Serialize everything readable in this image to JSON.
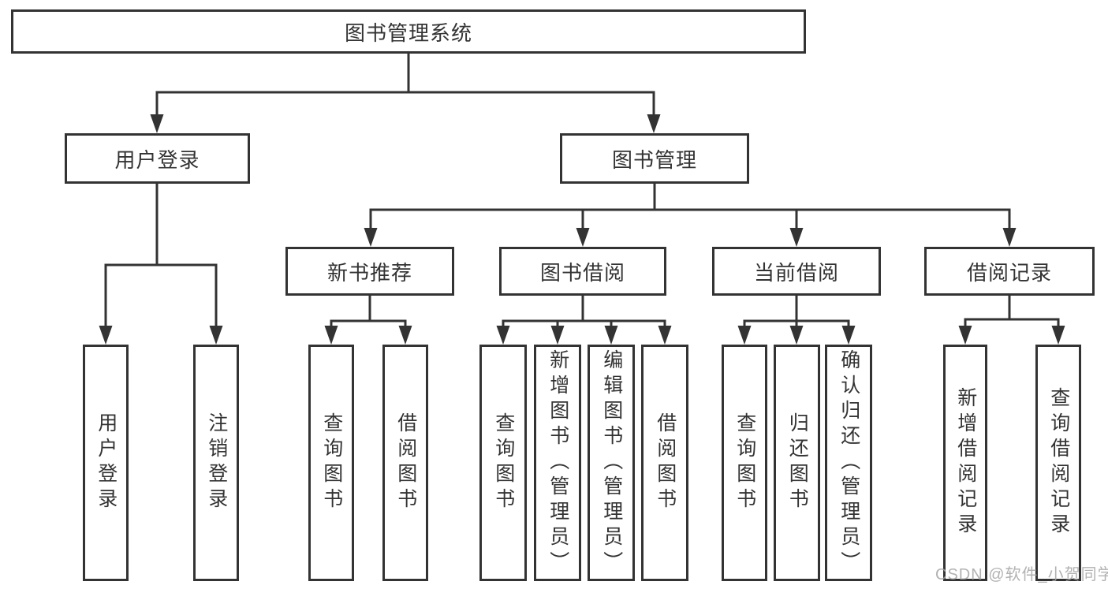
{
  "diagram": {
    "title": "图书管理系统",
    "nodes": {
      "root": {
        "label": "图书管理系统"
      },
      "level1": [
        {
          "label": "用户登录"
        },
        {
          "label": "图书管理"
        }
      ],
      "level2": [
        {
          "label": "新书推荐"
        },
        {
          "label": "图书借阅"
        },
        {
          "label": "当前借阅"
        },
        {
          "label": "借阅记录"
        }
      ],
      "leaves": [
        {
          "label": "用户登录"
        },
        {
          "label": "注销登录"
        },
        {
          "label": "查询图书"
        },
        {
          "label": "借阅图书"
        },
        {
          "label": "查询图书"
        },
        {
          "label": "新增图书（管理员）"
        },
        {
          "label": "编辑图书（管理员）"
        },
        {
          "label": "借阅图书"
        },
        {
          "label": "查询图书"
        },
        {
          "label": "归还图书"
        },
        {
          "label": "确认归还（管理员）"
        },
        {
          "label": "新增借阅记录"
        },
        {
          "label": "查询借阅记录"
        }
      ]
    },
    "hierarchy": {
      "图书管理系统": [
        "用户登录",
        "图书管理"
      ],
      "用户登录": [
        "用户登录",
        "注销登录"
      ],
      "图书管理": [
        "新书推荐",
        "图书借阅",
        "当前借阅",
        "借阅记录"
      ],
      "新书推荐": [
        "查询图书",
        "借阅图书"
      ],
      "图书借阅": [
        "查询图书",
        "新增图书（管理员）",
        "编辑图书（管理员）",
        "借阅图书"
      ],
      "当前借阅": [
        "查询图书",
        "归还图书",
        "确认归还（管理员）"
      ],
      "借阅记录": [
        "新增借阅记录",
        "查询借阅记录"
      ]
    },
    "colors": {
      "line": "#333333",
      "text": "#333333",
      "background": "#ffffff",
      "watermark": "#a5a5a5"
    }
  },
  "watermark": "CSDN @软件_小贺同学"
}
